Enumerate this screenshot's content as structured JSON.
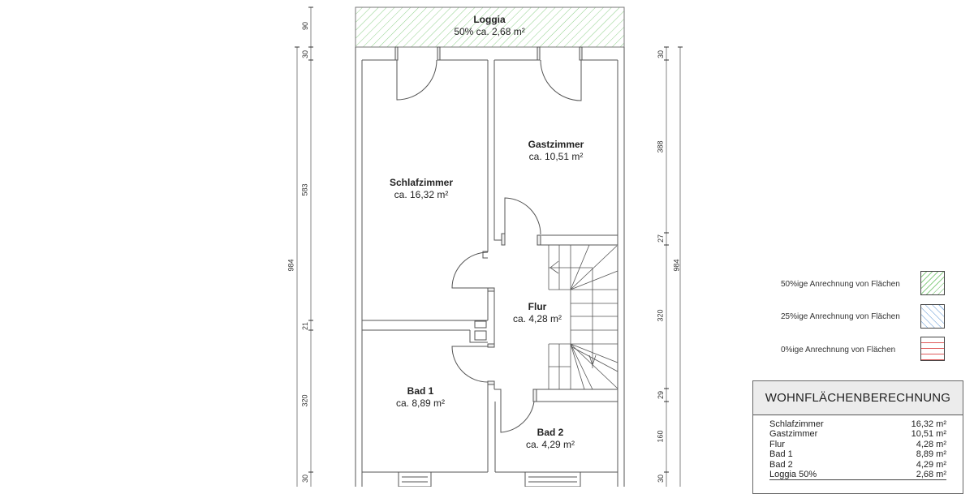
{
  "plan": {
    "rooms": [
      {
        "name": "Loggia",
        "area": "50% ca. 2,68 m²"
      },
      {
        "name": "Schlafzimmer",
        "area": "ca. 16,32 m²"
      },
      {
        "name": "Gastzimmer",
        "area": "ca. 10,51 m²"
      },
      {
        "name": "Flur",
        "area": "ca. 4,28 m²"
      },
      {
        "name": "Bad 1",
        "area": "ca. 8,89 m²"
      },
      {
        "name": "Bad 2",
        "area": "ca. 4,29 m²"
      }
    ],
    "dimensions_left": {
      "inner": [
        "90",
        "30",
        "583",
        "21",
        "320",
        "30"
      ],
      "outer": "984"
    },
    "dimensions_right": {
      "inner": [
        "30",
        "388",
        "27",
        "320",
        "29",
        "160",
        "30"
      ],
      "outer": "984"
    }
  },
  "legend": {
    "items": [
      {
        "label": "50%ige Anrechnung von Flächen",
        "pattern": "green-diagonal",
        "color": "#8fd08a"
      },
      {
        "label": "25%ige Anrechnung von Flächen",
        "pattern": "blue-diagonal",
        "color": "#8cb4e0"
      },
      {
        "label": "0%ige Anrechnung von Flächen",
        "pattern": "red-horizontal",
        "color": "#e05a5a"
      }
    ]
  },
  "calculation": {
    "title": "WOHNFLÄCHENBERECHNUNG",
    "rows": [
      {
        "room": "Schlafzimmer",
        "area": "16,32 m²"
      },
      {
        "room": "Gastzimmer",
        "area": "10,51 m²"
      },
      {
        "room": "Flur",
        "area": "4,28 m²"
      },
      {
        "room": "Bad 1",
        "area": "8,89 m²"
      },
      {
        "room": "Bad 2",
        "area": "4,29 m²"
      },
      {
        "room": "Loggia 50%",
        "area": "2,68 m²"
      }
    ]
  }
}
